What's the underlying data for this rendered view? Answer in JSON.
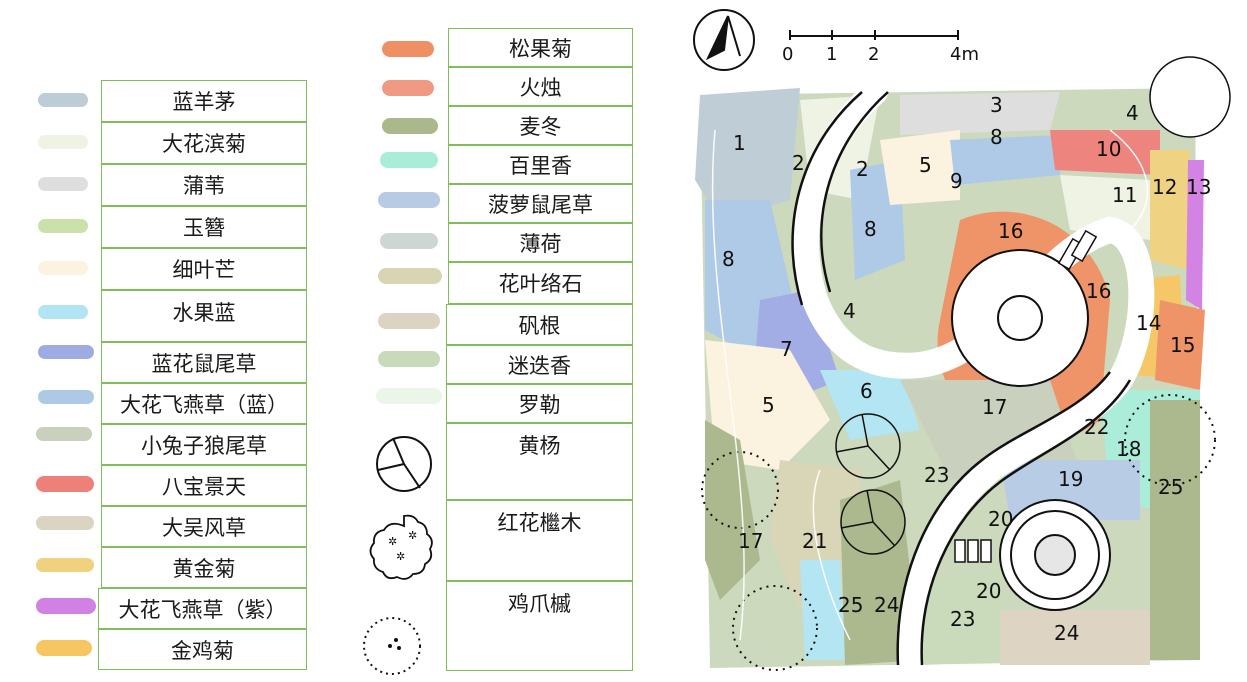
{
  "legend_left": [
    {
      "label": "蓝羊茅",
      "color": "#b9c9d3"
    },
    {
      "label": "大花滨菊",
      "color": "#eef2e2"
    },
    {
      "label": "蒲苇",
      "color": "#dcdcdc"
    },
    {
      "label": "玉簪",
      "color": "#c7dfa6"
    },
    {
      "label": "细叶芒",
      "color": "#fbf1de"
    },
    {
      "label": "水果蓝",
      "color": "#aee3f3"
    },
    {
      "label": "蓝花鼠尾草",
      "color": "#9aa7e2"
    },
    {
      "label": "大花飞燕草（蓝）",
      "color": "#a9c6e4"
    },
    {
      "label": "小兔子狼尾草",
      "color": "#c6cdb9"
    },
    {
      "label": "八宝景天",
      "color": "#ec7a72"
    },
    {
      "label": "大吴风草",
      "color": "#d9d2c0"
    },
    {
      "label": "黄金菊",
      "color": "#efcf79"
    },
    {
      "label": "大花飞燕草（紫）",
      "color": "#cf79e1"
    },
    {
      "label": "金鸡菊",
      "color": "#f6c35b"
    }
  ],
  "legend_right": [
    {
      "label": "松果菊",
      "color": "#ee8a5c"
    },
    {
      "label": "火烛",
      "color": "#f0957c"
    },
    {
      "label": "麦冬",
      "color": "#a6b486"
    },
    {
      "label": "百里香",
      "color": "#a4ecd6"
    },
    {
      "label": "菠萝鼠尾草",
      "color": "#b4c8e3"
    },
    {
      "label": "薄荷",
      "color": "#cbd4d2"
    },
    {
      "label": "花叶络石",
      "color": "#d6d3b1"
    },
    {
      "label": "矾根",
      "color": "#dbd1bf"
    },
    {
      "label": "迷迭香",
      "color": "#c5d8b5"
    },
    {
      "label": "罗勒",
      "color": "#e9f6e6"
    }
  ],
  "legend_trees": [
    {
      "label": "黄杨",
      "icon": "boxwood-circle-icon"
    },
    {
      "label": "红花檵木",
      "icon": "loropetalum-shrub-icon"
    },
    {
      "label": "鸡爪槭",
      "icon": "maple-dotted-icon"
    }
  ],
  "scale": {
    "ticks": [
      "0",
      "1",
      "2",
      "4m"
    ]
  },
  "plan_labels": [
    "1",
    "2",
    "2",
    "3",
    "4",
    "4",
    "5",
    "5",
    "6",
    "7",
    "8",
    "8",
    "8",
    "9",
    "10",
    "11",
    "12",
    "13",
    "14",
    "15",
    "16",
    "16",
    "17",
    "17",
    "18",
    "19",
    "20",
    "20",
    "21",
    "22",
    "23",
    "23",
    "24",
    "24",
    "25",
    "25"
  ]
}
